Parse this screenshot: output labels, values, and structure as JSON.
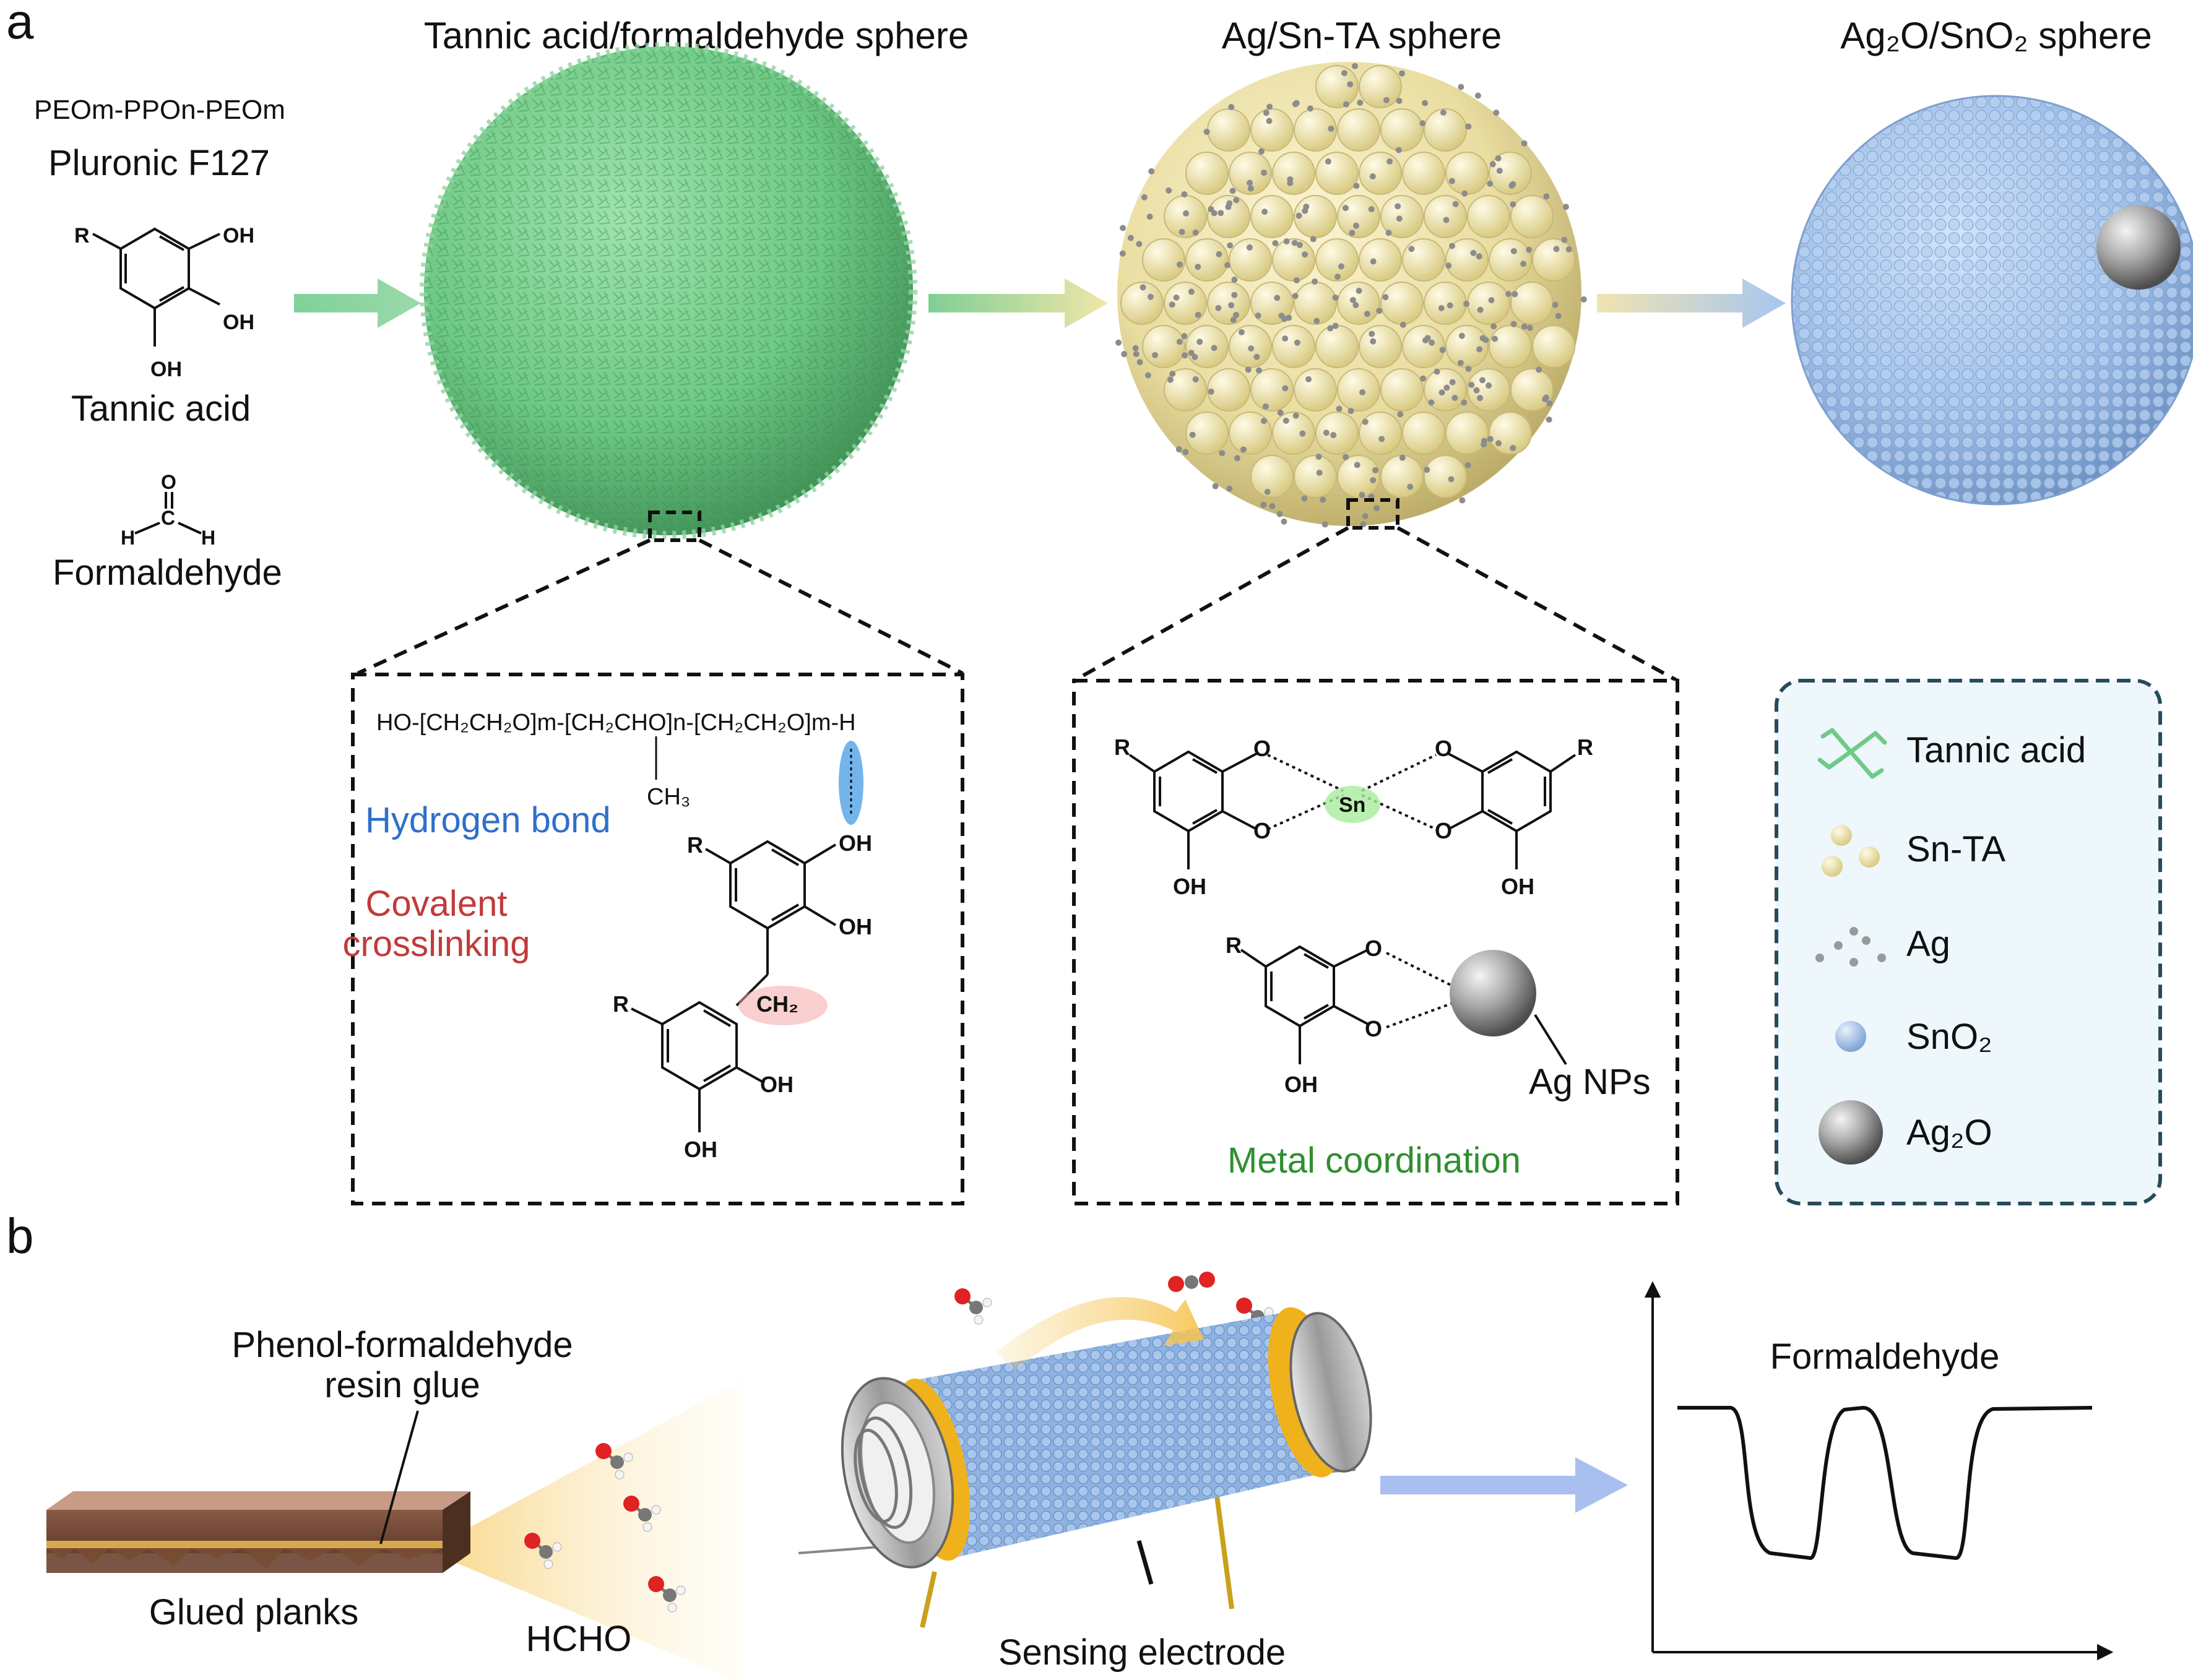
{
  "panel_a": {
    "label": "a",
    "reagents": {
      "copolymer": "PEOm-PPOn-PEOm",
      "pluronic": "Pluronic F127",
      "tannic_acid": "Tannic acid",
      "formaldehyde": "Formaldehyde",
      "atom_r": "R",
      "atom_oh": "OH",
      "atom_o": "O",
      "atom_h": "H",
      "atom_c": "C"
    },
    "spheres": {
      "ta_sphere": "Tannic acid/formaldehyde sphere",
      "agsn_sphere": "Ag/Sn-TA sphere",
      "oxide_sphere": "Ag₂O/SnO₂ sphere"
    },
    "inset_left": {
      "polymer_formula": "HO-[CH₂CH₂O]m-[CH₂CHO]n-[CH₂CH₂O]m-H",
      "methyl": "CH₃",
      "hydrogen_bond": "Hydrogen bond",
      "covalent": "Covalent crosslinking",
      "ch2": "CH₂"
    },
    "inset_right": {
      "sn": "Sn",
      "ag_nps": "Ag NPs",
      "metal_coordination": "Metal coordination"
    },
    "legend": {
      "items": [
        "Tannic acid",
        "Sn-TA",
        "Ag",
        "SnO₂",
        "Ag₂O"
      ]
    }
  },
  "panel_b": {
    "label": "b",
    "resin_glue": "Phenol-formaldehyde resin glue",
    "glued_planks": "Glued planks",
    "hcho": "HCHO",
    "sensing_electrode": "Sensing electrode",
    "response_title": "Formaldehyde"
  },
  "colors": {
    "green": "#6fca88",
    "yellow": "#ede2a4",
    "blue": "#9fbfe8",
    "label_blue": "#2f6fcc",
    "label_red": "#c23a3a",
    "label_green": "#2f8f2f",
    "legend_border": "#264b5c"
  }
}
